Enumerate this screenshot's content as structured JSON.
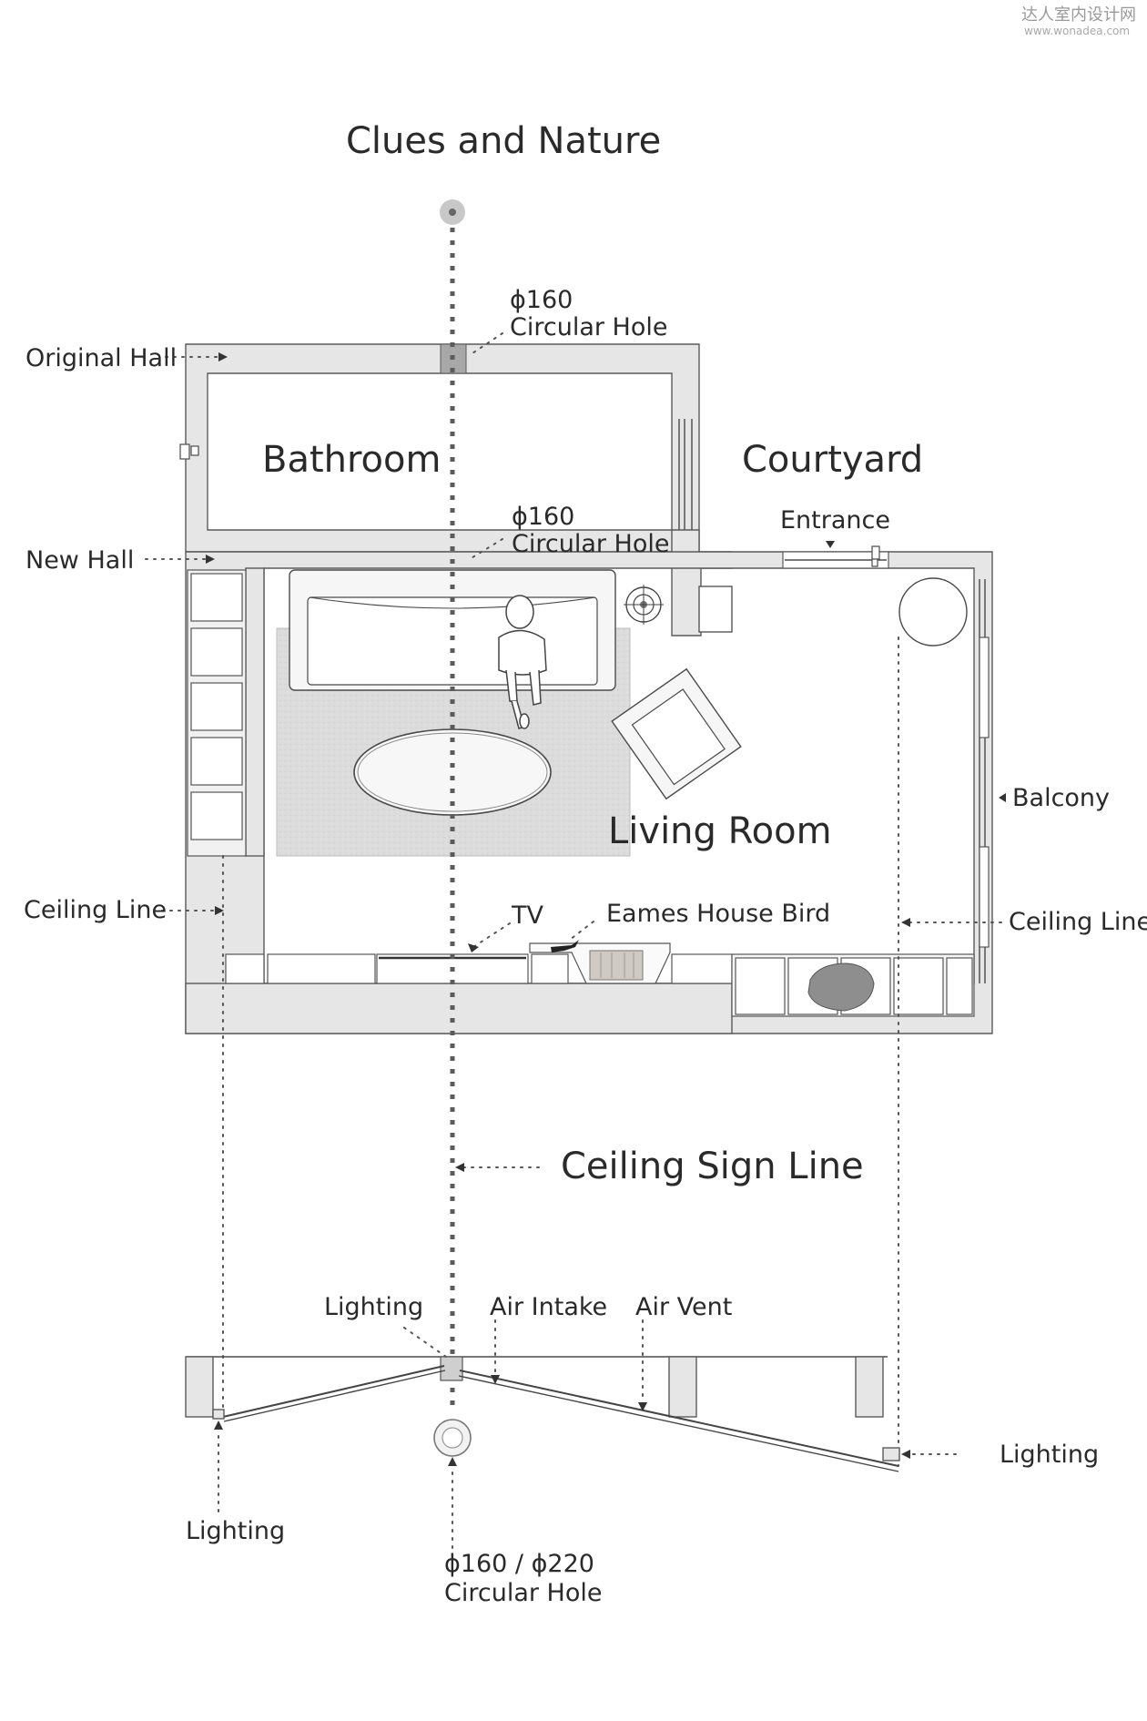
{
  "watermark": {
    "text": "达人室内设计网",
    "url": "www.wonadea.com"
  },
  "title": "Clues and Nature",
  "rooms": {
    "bathroom": "Bathroom",
    "courtyard": "Courtyard",
    "living_room": "Living Room"
  },
  "labels": {
    "hole_top_1": "ϕ160",
    "hole_top_2": "Circular Hole",
    "hole_mid_1": "ϕ160",
    "hole_mid_2": "Circular Hole",
    "original_hall": "Original Hall",
    "new_hall": "New Hall",
    "entrance": "Entrance",
    "balcony": "Balcony",
    "ceiling_line_left": "Ceiling Line",
    "ceiling_line_right": "Ceiling Line",
    "tv": "TV",
    "eames": "Eames House Bird",
    "ceiling_sign_line": "Ceiling Sign Line",
    "lighting_top": "Lighting",
    "air_intake": "Air Intake",
    "air_vent": "Air  Vent",
    "lighting_right": "Lighting",
    "lighting_left": "Lighting",
    "hole_bottom_1": "ϕ160 / ϕ220",
    "hole_bottom_2": "Circular Hole"
  },
  "colors": {
    "wall_fill": "#e6e6e6",
    "line": "#4a4a4a",
    "rug": "#d9d9d9",
    "background": "#ffffff"
  }
}
